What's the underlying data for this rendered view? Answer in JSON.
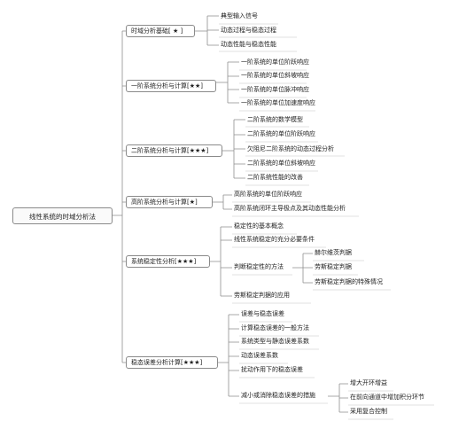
{
  "root": "线性系统的时域分析法",
  "branches": [
    {
      "label": "时域分析基础[ ★ ]",
      "items": [
        "典型输入信号",
        "动态过程与稳态过程",
        "动态性能与稳态性能"
      ]
    },
    {
      "label": "一阶系统分析与计算[★★]",
      "items": [
        "一阶系统的单位阶跃响应",
        "一阶系统的单位斜坡响应",
        "一阶系统的单位脉冲响应",
        "一阶系统的单位加速度响应"
      ]
    },
    {
      "label": "二阶系统分析与计算[★★★]",
      "items": [
        "二阶系统的数学模型",
        "二阶系统的单位阶跃响应",
        "欠阻尼二阶系统的动态过程分析",
        "二阶系统的单位斜坡响应",
        "二阶系统性能的改善"
      ]
    },
    {
      "label": "高阶系统分析与计算[★]",
      "items": [
        "高阶系统的单位阶跃响应",
        "高阶系统闭环主导极点及其动态性能分析"
      ]
    },
    {
      "label": "系统稳定性分析[★★★]",
      "items": [
        "稳定性的基本概念",
        "线性系统稳定的充分必要条件",
        "判断稳定性的方法",
        "劳斯稳定判据的应用"
      ],
      "subitems": [
        "赫尔维茨判据",
        "劳斯稳定判据",
        "劳斯稳定判据的特殊情况"
      ]
    },
    {
      "label": "稳态误差分析计算[★★★]",
      "items": [
        "误差与稳态误差",
        "计算稳态误差的一般方法",
        "系统类型与静态误差系数",
        "动态误差系数",
        "扰动作用下的稳态误差",
        "减小或消除稳态误差的措施"
      ],
      "subitems": [
        "增大开环增益",
        "在前向通道中增加积分环节",
        "采用复合控制"
      ]
    }
  ]
}
